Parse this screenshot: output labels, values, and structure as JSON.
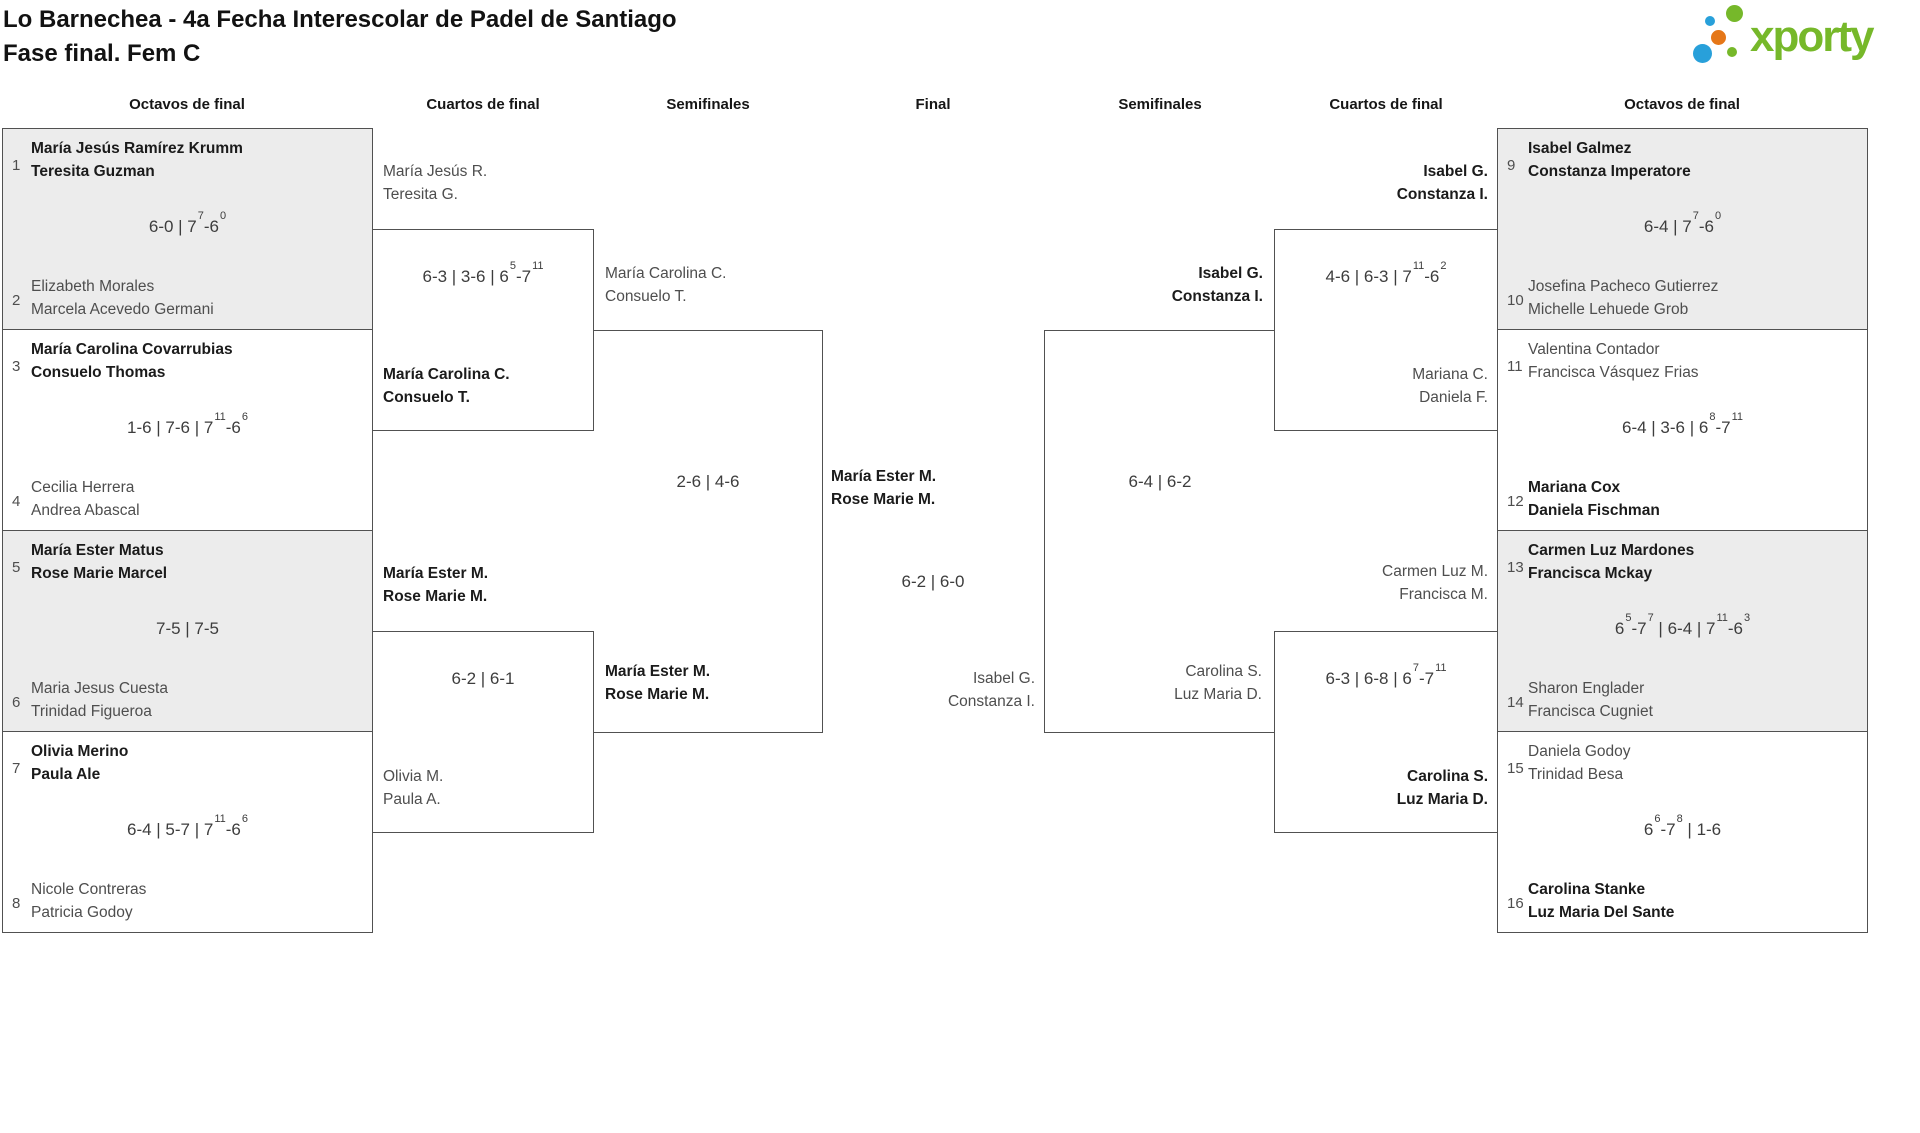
{
  "page": {
    "title_line1": "Lo Barnechea - 4a Fecha Interescolar de Padel de Santiago",
    "title_line2": "Fase final. Fem C",
    "logo": {
      "text": "xporty",
      "green": "#76b82a",
      "blue": "#28a0da",
      "orange": "#e57718"
    }
  },
  "round_headers": {
    "octavos_left": "Octavos de final",
    "cuartos_left": "Cuartos de final",
    "semis_left": "Semifinales",
    "final": "Final",
    "semis_right": "Semifinales",
    "cuartos_right": "Cuartos de final",
    "octavos_right": "Octavos de final"
  },
  "octavos_left": [
    {
      "seed_top": "1",
      "team_top": [
        "María Jesús Ramírez Krumm",
        "Teresita Guzman"
      ],
      "score": "6-0 | 7^7-6^0",
      "seed_bottom": "2",
      "team_bottom": [
        "Elizabeth Morales",
        "Marcela Acevedo Germani"
      ],
      "winner": "top"
    },
    {
      "seed_top": "3",
      "team_top": [
        "María Carolina Covarrubias",
        "Consuelo Thomas"
      ],
      "score": "1-6 | 7-6 | 7^11-6^6",
      "seed_bottom": "4",
      "team_bottom": [
        "Cecilia Herrera",
        "Andrea Abascal"
      ],
      "winner": "top"
    },
    {
      "seed_top": "5",
      "team_top": [
        "María Ester Matus",
        "Rose Marie Marcel"
      ],
      "score": "7-5 | 7-5",
      "seed_bottom": "6",
      "team_bottom": [
        "Maria Jesus Cuesta",
        "Trinidad Figueroa"
      ],
      "winner": "top"
    },
    {
      "seed_top": "7",
      "team_top": [
        "Olivia Merino",
        "Paula Ale"
      ],
      "score": "6-4 | 5-7 | 7^11-6^6",
      "seed_bottom": "8",
      "team_bottom": [
        "Nicole Contreras",
        "Patricia Godoy"
      ],
      "winner": "top"
    }
  ],
  "octavos_right": [
    {
      "seed_top": "9",
      "team_top": [
        "Isabel Galmez",
        "Constanza Imperatore"
      ],
      "score": "6-4 | 7^7-6^0",
      "seed_bottom": "10",
      "team_bottom": [
        "Josefina Pacheco Gutierrez",
        "Michelle Lehuede Grob"
      ],
      "winner": "top"
    },
    {
      "seed_top": "11",
      "team_top": [
        "Valentina Contador",
        "Francisca Vásquez Frias"
      ],
      "score": "6-4 | 3-6 | 6^8-7^11",
      "seed_bottom": "12",
      "team_bottom": [
        "Mariana Cox",
        "Daniela Fischman"
      ],
      "winner": "bottom"
    },
    {
      "seed_top": "13",
      "team_top": [
        "Carmen Luz Mardones",
        "Francisca Mckay"
      ],
      "score": "6^5-7^7 | 6-4 | 7^11-6^3",
      "seed_bottom": "14",
      "team_bottom": [
        "Sharon Englader",
        "Francisca Cugniet"
      ],
      "winner": "top"
    },
    {
      "seed_top": "15",
      "team_top": [
        "Daniela Godoy",
        "Trinidad Besa"
      ],
      "score": "6^6-7^8 | 1-6",
      "seed_bottom": "16",
      "team_bottom": [
        "Carolina Stanke",
        "Luz Maria Del Sante"
      ],
      "winner": "bottom"
    }
  ],
  "cuartos_left": [
    {
      "team_top": [
        "María Jesús R.",
        "Teresita G."
      ],
      "score": "6-3 | 3-6 | 6^5-7^11",
      "team_bottom": [
        "María Carolina C.",
        "Consuelo T."
      ],
      "winner": "bottom"
    },
    {
      "team_top": [
        "María Ester M.",
        "Rose Marie M."
      ],
      "score": "6-2 | 6-1",
      "team_bottom": [
        "Olivia M.",
        "Paula A."
      ],
      "winner": "top"
    }
  ],
  "cuartos_right": [
    {
      "team_top": [
        "Isabel G.",
        "Constanza I."
      ],
      "score": "4-6 | 6-3 | 7^11-6^2",
      "team_bottom": [
        "Mariana C.",
        "Daniela F."
      ],
      "winner": "top"
    },
    {
      "team_top": [
        "Carmen Luz M.",
        "Francisca M."
      ],
      "score": "6-3 | 6-8 | 6^7-7^11",
      "team_bottom": [
        "Carolina S.",
        "Luz Maria D."
      ],
      "winner": "bottom"
    }
  ],
  "semis_left": {
    "team_top": [
      "María Carolina C.",
      "Consuelo T."
    ],
    "score": "2-6 | 4-6",
    "team_bottom": [
      "María Ester M.",
      "Rose Marie M."
    ],
    "winner": "bottom"
  },
  "semis_right": {
    "team_top": [
      "Isabel G.",
      "Constanza I."
    ],
    "score": "6-4 | 6-2",
    "team_bottom": [
      "Carolina S.",
      "Luz Maria D."
    ],
    "winner": "top"
  },
  "final": {
    "team_top": [
      "María Ester M.",
      "Rose Marie M."
    ],
    "score": "6-2 | 6-0",
    "team_bottom": [
      "Isabel G.",
      "Constanza I."
    ],
    "winner": "top"
  }
}
